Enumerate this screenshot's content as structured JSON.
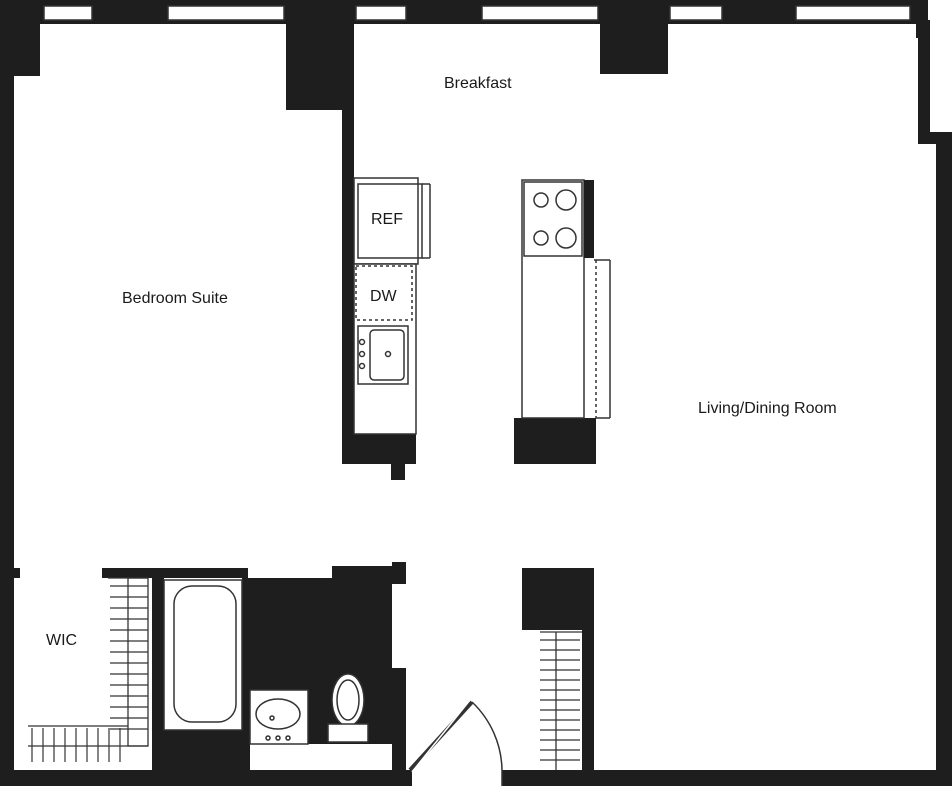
{
  "rooms": {
    "breakfast": "Breakfast",
    "bedroom": "Bedroom Suite",
    "living": "Living/Dining Room",
    "closet": "WIC"
  },
  "fixtures": {
    "refrigerator": "REF",
    "dishwasher": "DW"
  },
  "colors": {
    "wall": "#1e1e1e",
    "floor": "#ffffff",
    "line": "#333333"
  }
}
